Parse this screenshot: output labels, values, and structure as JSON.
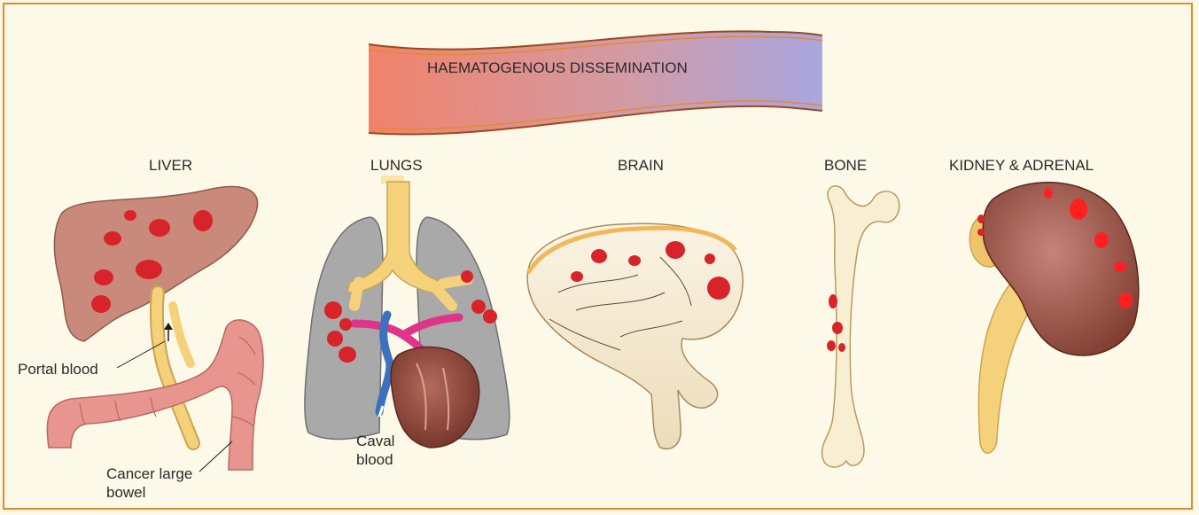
{
  "banner": {
    "title": "HAEMATOGENOUS DISSEMINATION"
  },
  "organs": {
    "liver": "LIVER",
    "lungs": "LUNGS",
    "brain": "BRAIN",
    "bone": "BONE",
    "kidney": "KIDNEY & ADRENAL"
  },
  "annotations": {
    "portal_blood": "Portal blood",
    "cancer_large": "Cancer large",
    "bowel": "bowel",
    "caval": "Caval",
    "blood": "blood"
  },
  "colors": {
    "frame": "#e58a2a",
    "background": "#fdf9e8",
    "metastasis": "#d8232a",
    "liver": "#c98a7c",
    "lung": "#a9a9a9",
    "bowel": "#e8948f",
    "portal_vessel": "#f4d17a",
    "heart": "#8f4a3c",
    "kidney": "#a65d4e",
    "banner_left": "#f0826b",
    "banner_right": "#a9a6e0"
  }
}
